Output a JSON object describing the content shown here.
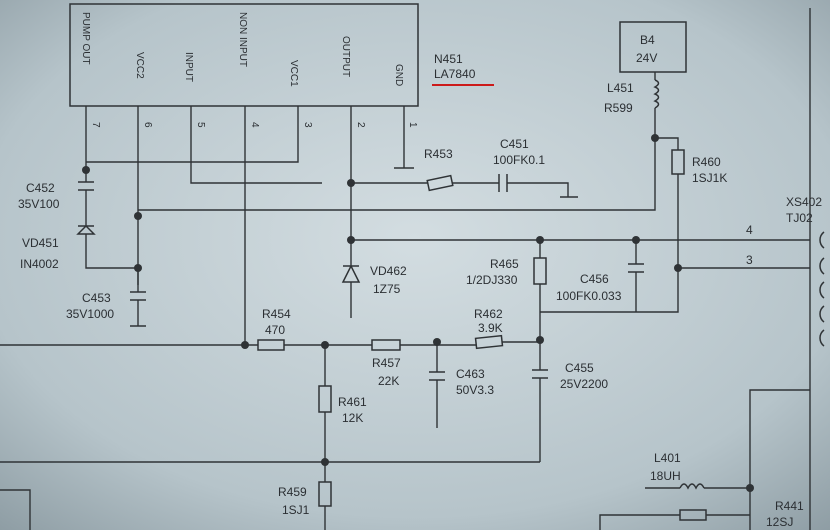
{
  "ic": {
    "ref": "N451",
    "part_number": "LA7840",
    "part_number_underline_color": "#cc1a1a",
    "pins": [
      {
        "name": "PUMP OUT",
        "number": "7"
      },
      {
        "name": "VCC2",
        "number": "6"
      },
      {
        "name": "INPUT",
        "number": "5"
      },
      {
        "name": "NON INPUT",
        "number": "4"
      },
      {
        "name": "VCC1",
        "number": "3"
      },
      {
        "name": "OUTPUT",
        "number": "2"
      },
      {
        "name": "GND",
        "number": "1"
      }
    ]
  },
  "supply_box": {
    "line1": "B4",
    "line2": "24V"
  },
  "components": {
    "L451": {
      "ref": "L451",
      "value": "R599"
    },
    "R460": {
      "ref": "R460",
      "value": "1SJ1K"
    },
    "R453": {
      "ref": "R453"
    },
    "C451": {
      "ref": "C451",
      "value": "100FK0.1"
    },
    "C452": {
      "ref": "C452",
      "value": "35V100"
    },
    "VD451": {
      "ref": "VD451",
      "value": "IN4002"
    },
    "C453": {
      "ref": "C453",
      "value": "35V1000"
    },
    "VD462": {
      "ref": "VD462",
      "value": "1Z75"
    },
    "R465": {
      "ref": "R465",
      "value": "1/2DJ330"
    },
    "C456": {
      "ref": "C456",
      "value": "100FK0.033"
    },
    "R454": {
      "ref": "R454",
      "value": "470"
    },
    "R457": {
      "ref": "R457",
      "value": "22K"
    },
    "R462": {
      "ref": "R462",
      "value": "3.9K"
    },
    "C463": {
      "ref": "C463",
      "value": "50V3.3"
    },
    "C455": {
      "ref": "C455",
      "value": "25V2200"
    },
    "R461": {
      "ref": "R461",
      "value": "12K"
    },
    "R459": {
      "ref": "R459",
      "value": "1SJ1"
    },
    "L401": {
      "ref": "L401",
      "value": "18UH"
    },
    "R441": {
      "ref": "R441",
      "value": "12SJ"
    }
  },
  "connector": {
    "ref": "XS402",
    "part": "TJ02",
    "pin_a": "4",
    "pin_b": "3"
  }
}
